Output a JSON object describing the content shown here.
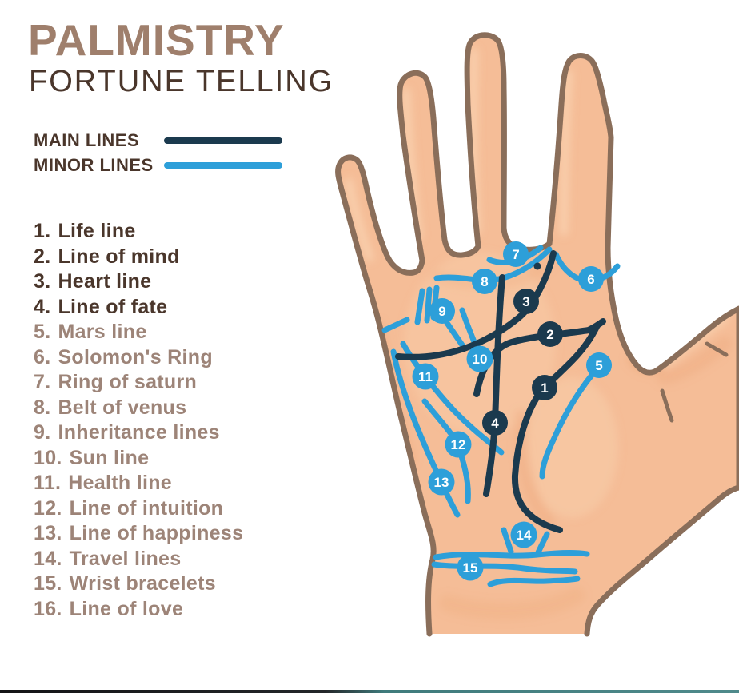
{
  "title": {
    "main": "PALMISTRY",
    "subtitle": "FORTUNE TELLING"
  },
  "legend": {
    "main_label": "MAIN LINES",
    "minor_label": "MINOR LINES"
  },
  "lines": [
    {
      "num": "1.",
      "label": "Life line",
      "type": "main"
    },
    {
      "num": "2.",
      "label": "Line of mind",
      "type": "main"
    },
    {
      "num": "3.",
      "label": "Heart line",
      "type": "main"
    },
    {
      "num": "4.",
      "label": "Line of fate",
      "type": "main"
    },
    {
      "num": "5.",
      "label": "Mars line",
      "type": "minor"
    },
    {
      "num": "6.",
      "label": "Solomon's Ring",
      "type": "minor"
    },
    {
      "num": "7.",
      "label": "Ring of saturn",
      "type": "minor"
    },
    {
      "num": "8.",
      "label": "Belt of venus",
      "type": "minor"
    },
    {
      "num": "9.",
      "label": "Inheritance lines",
      "type": "minor"
    },
    {
      "num": "10.",
      "label": "Sun line",
      "type": "minor"
    },
    {
      "num": "11.",
      "label": "Health line",
      "type": "minor"
    },
    {
      "num": "12.",
      "label": "Line of intuition",
      "type": "minor"
    },
    {
      "num": "13.",
      "label": "Line of happiness",
      "type": "minor"
    },
    {
      "num": "14.",
      "label": "Travel lines",
      "type": "minor"
    },
    {
      "num": "15.",
      "label": "Wrist bracelets",
      "type": "minor"
    },
    {
      "num": "16.",
      "label": "Line of love",
      "type": "minor"
    }
  ],
  "hand": {
    "badges": [
      {
        "n": "1",
        "type": "main"
      },
      {
        "n": "2",
        "type": "main"
      },
      {
        "n": "3",
        "type": "main"
      },
      {
        "n": "4",
        "type": "main"
      },
      {
        "n": "5",
        "type": "minor"
      },
      {
        "n": "6",
        "type": "minor"
      },
      {
        "n": "7",
        "type": "minor"
      },
      {
        "n": "8",
        "type": "minor"
      },
      {
        "n": "9",
        "type": "minor"
      },
      {
        "n": "10",
        "type": "minor"
      },
      {
        "n": "11",
        "type": "minor"
      },
      {
        "n": "12",
        "type": "minor"
      },
      {
        "n": "13",
        "type": "minor"
      },
      {
        "n": "14",
        "type": "minor"
      },
      {
        "n": "15",
        "type": "minor"
      }
    ]
  },
  "colors": {
    "main-line-color": "#1b3a4e",
    "minor-line-color": "#2d9fd9",
    "title-brown": "#9f7f6c",
    "dark-brown": "#4a362b",
    "muted-brown": "#9d8478",
    "skin": "#f5bd97",
    "skin-light": "#f9d2b0",
    "skin-shadow": "#eda87c",
    "outline": "#8a6e5a",
    "footer-teal": "#3f7b7c"
  }
}
